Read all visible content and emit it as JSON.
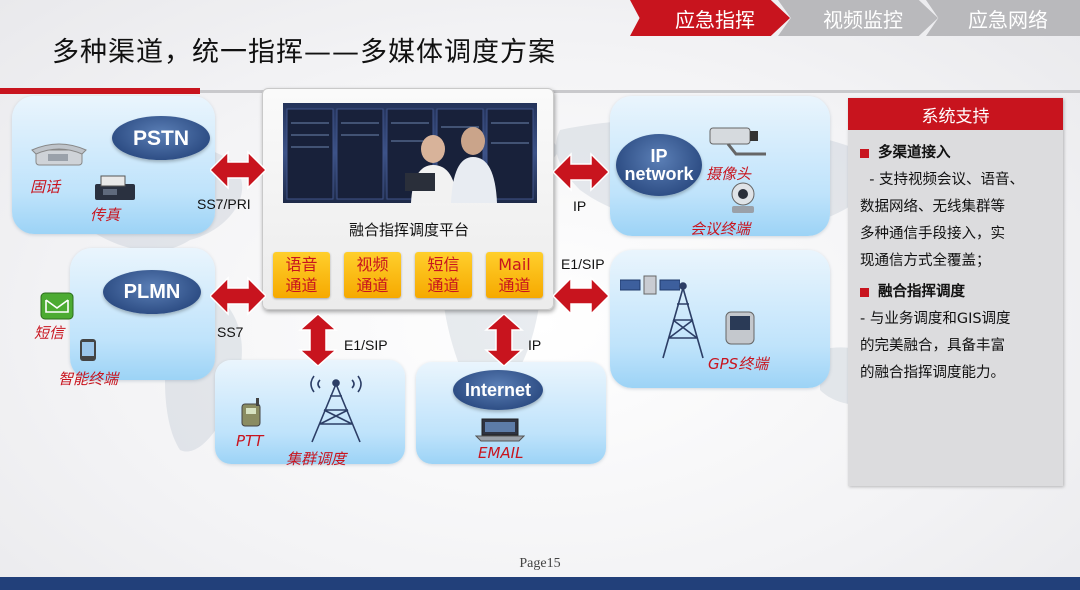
{
  "nav": {
    "active": "应急指挥",
    "tab2": "视频监控",
    "tab3": "应急网络"
  },
  "title": "多种渠道，统一指挥——多媒体调度方案",
  "colors": {
    "accent": "#c8141e",
    "navy": "#22407a",
    "channel_yellow": "#f6b400",
    "panel_blue": "#bfe3fb"
  },
  "pstn": {
    "cloud": "PSTN",
    "fixed_phone": "固话",
    "fax": "传真",
    "link": "SS7/PRI"
  },
  "plmn": {
    "cloud": "PLMN",
    "sms": "短信",
    "smart": "智能终端",
    "link": "SS7"
  },
  "ipnet": {
    "cloud_line1": "IP",
    "cloud_line2": "network",
    "camera": "摄像头",
    "conf": "会议终端",
    "link": "IP"
  },
  "gps": {
    "label": "GPS终端",
    "link": "E1/SIP"
  },
  "trunk": {
    "ptt": "PTT",
    "label": "集群调度",
    "link": "E1/SIP"
  },
  "internet": {
    "cloud": "Internet",
    "email": "EMAIL",
    "link": "IP"
  },
  "platform": {
    "label": "融合指挥调度平台",
    "channels": [
      {
        "l1": "语音",
        "l2": "通道"
      },
      {
        "l1": "视频",
        "l2": "通道"
      },
      {
        "l1": "短信",
        "l2": "通道"
      },
      {
        "l1": "Mail",
        "l2": "通道"
      }
    ]
  },
  "support": {
    "header": "系统支持",
    "b1_title": "多渠道接入",
    "b1_lines": [
      "  - 支持视频会议、语音、",
      "数据网络、无线集群等",
      "多种通信手段接入，实",
      "现通信方式全覆盖；"
    ],
    "b2_title": "融合指挥调度",
    "b2_lines": [
      "- 与业务调度和GIS调度",
      "的完美融合，具备丰富",
      "的融合指挥调度能力。"
    ]
  },
  "page": "Page15",
  "icons": [
    "phone-icon",
    "fax-icon",
    "sms-icon",
    "smartphone-icon",
    "camera-icon",
    "conference-terminal-icon",
    "satellite-icon",
    "tower-icon",
    "gps-device-icon",
    "ptt-radio-icon",
    "laptop-icon",
    "double-arrow-icon"
  ]
}
